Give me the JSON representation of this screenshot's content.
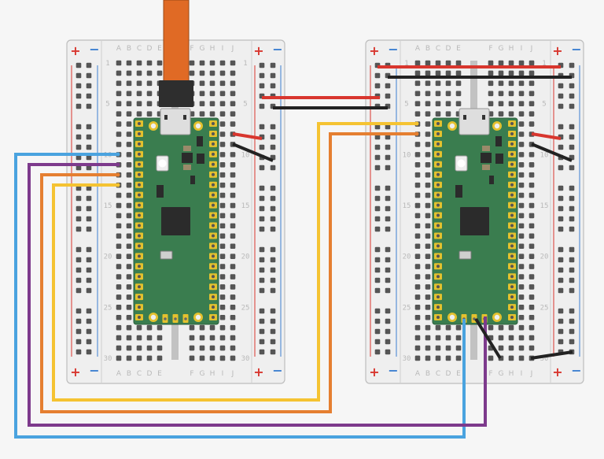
{
  "breadboards": [
    {
      "name": "left"
    },
    {
      "name": "right"
    }
  ],
  "column_letters_left": [
    "A",
    "B",
    "C",
    "D",
    "E"
  ],
  "column_letters_right": [
    "F",
    "G",
    "H",
    "I",
    "J"
  ],
  "row_labels": [
    "1",
    "5",
    "10",
    "15",
    "20",
    "25",
    "30"
  ],
  "rail_plus": "+",
  "rail_minus": "−",
  "colors": {
    "board": "#efefef",
    "hole": "#555555",
    "pico_green": "#3a7d4f",
    "pad_gold": "#e4c12e",
    "usb_cable": "#e06a25",
    "wire_blue": "#4aa3df",
    "wire_purple": "#7d3a8c",
    "wire_orange": "#e57f31",
    "wire_yellow": "#f5c332",
    "wire_red": "#d8362e",
    "wire_black": "#222222"
  },
  "components": [
    "raspberry-pi-pico",
    "raspberry-pi-pico",
    "usb-cable"
  ]
}
